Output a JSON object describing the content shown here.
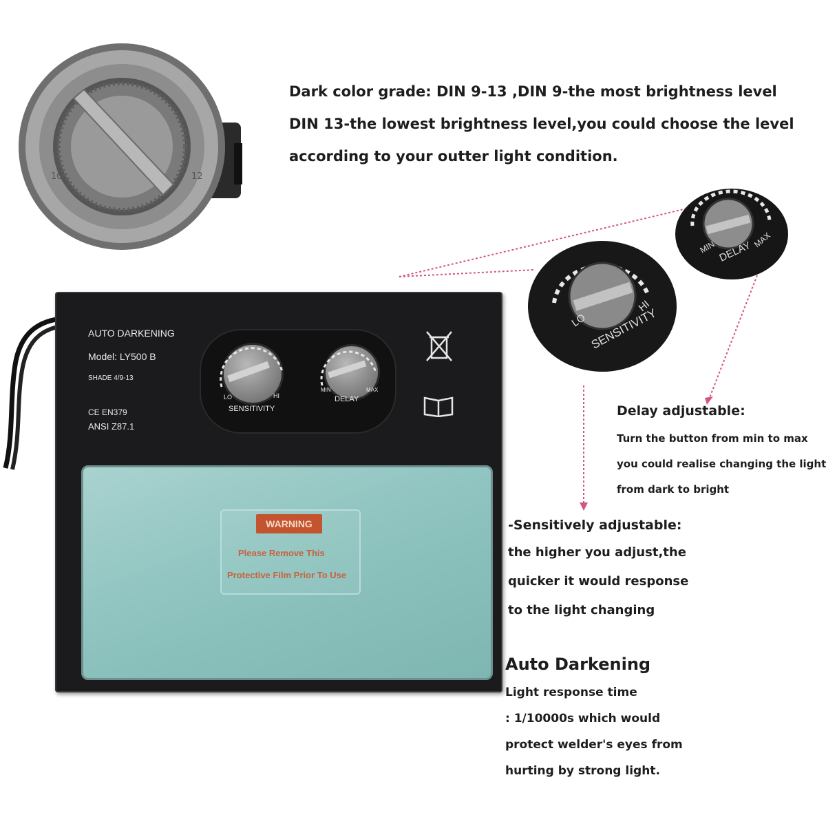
{
  "intro": {
    "lines": [
      "Dark color grade: DIN 9-13 ,DIN 9-the most brightness level",
      "DIN 13-the lowest brightness level,you could choose the level",
      "according to your outter light condition."
    ]
  },
  "panel_label": {
    "title": "AUTO DARKENING",
    "model": "Model: LY500 B",
    "shade": "SHADE 4/9-13",
    "ce": "CE EN379",
    "ansi": "ANSI Z87.1"
  },
  "knobs": {
    "sensitivity": {
      "lo": "LO",
      "hi": "HI",
      "name": "SENSITIVITY"
    },
    "delay": {
      "min": "MIN",
      "max": "MAX",
      "name": "DELAY"
    }
  },
  "lens_card": {
    "badge": "WARNING",
    "line1": "Please Remove This",
    "line2": "Protective Film Prior To Use"
  },
  "delay_section": {
    "heading": "Delay adjustable:",
    "lines": [
      "Turn the button from min to max",
      "you could realise changing the light",
      "from dark to bright"
    ]
  },
  "sensitivity_section": {
    "heading": "-Sensitively adjustable:",
    "lines": [
      "the higher you adjust,the",
      "quicker it would response",
      "to the light changing"
    ]
  },
  "auto_section": {
    "heading": "Auto Darkening",
    "lines": [
      "Light response time",
      ": 1/10000s which would",
      "protect welder's eyes from",
      "hurting by strong light."
    ]
  },
  "colors": {
    "accent_line": "#d4567a",
    "body": "#1b1b1d",
    "lens": "#8fc4c0",
    "badge": "#c3542f"
  },
  "icons": [
    "large-dial-icon",
    "no-trash-bin-icon",
    "manual-book-icon",
    "sensitivity-knob-icon",
    "delay-knob-icon"
  ]
}
